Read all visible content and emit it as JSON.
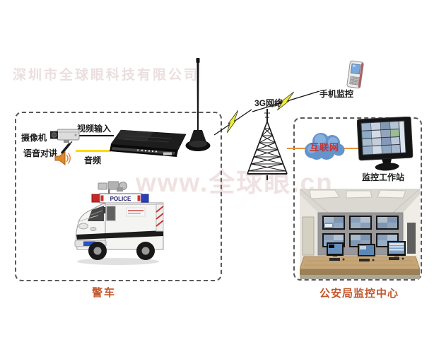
{
  "watermarks": {
    "company": "深圳市全球眼科技有限公司",
    "website": "www.全球眼.cn"
  },
  "police_vehicle": {
    "camera": "摄像机",
    "video_input": "视频输入",
    "voice_intercom": "语音对讲",
    "audio": "音频",
    "van_sign": "POLICE",
    "caption": "警车"
  },
  "network": {
    "g3": "3G网络",
    "mobile": "手机监控",
    "internet": "互联网"
  },
  "monitor_center": {
    "workstation": "监控工作站",
    "caption": "公安局监控中心"
  },
  "colors": {
    "caption_text": "#c3562b",
    "video_line": "#111111",
    "audio_line": "#ffd800",
    "internet_line": "#e8923c",
    "bolt_fill": "#f2ee38",
    "cloud_fill": "#6394cc",
    "internet_text": "#c83232",
    "watermark_pink": "#ecdede"
  }
}
